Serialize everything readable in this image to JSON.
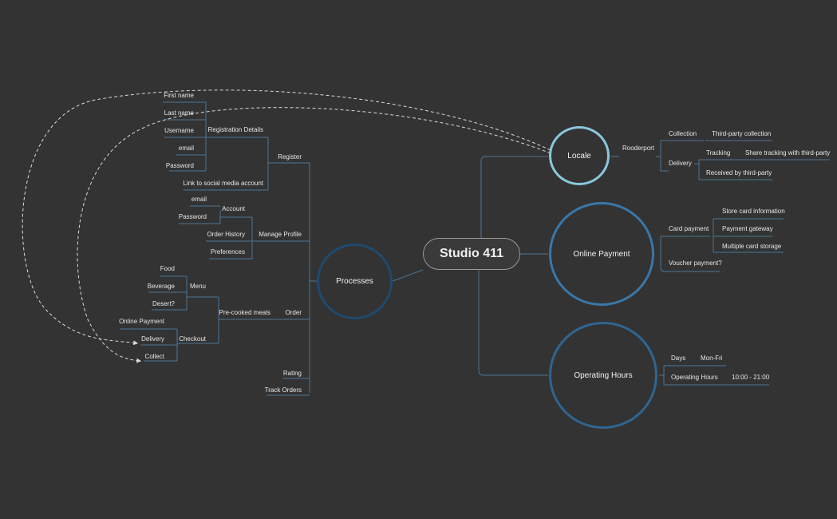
{
  "central": "Studio 411",
  "processes": {
    "label": "Processes",
    "register": {
      "label": "Register",
      "registration_details": "Registration Details",
      "fields": [
        "First name",
        "Last name",
        "Username",
        "email",
        "Password"
      ],
      "social": "Link to social media account"
    },
    "manage_profile": {
      "label": "Manage Profile",
      "account": "Account",
      "account_fields": [
        "email",
        "Password"
      ],
      "order_history": "Order History",
      "preferences": "Preferences"
    },
    "order": {
      "label": "Order",
      "precooked": "Pre-cooked meals",
      "menu": "Menu",
      "menu_items": [
        "Food",
        "Beverage",
        "Desert?"
      ],
      "checkout": "Checkout",
      "checkout_items": [
        "Online Payment",
        "Delivery",
        "Collect"
      ]
    },
    "rating": "Rating",
    "track_orders": "Track Orders"
  },
  "locale": {
    "label": "Locale",
    "city": "Rooderport",
    "collection": "Collection",
    "third_party_collection": "Third-party collection",
    "delivery": "Delivery",
    "tracking": "Tracking",
    "share_tracking": "Share tracking with third-party",
    "received": "Received by third-party"
  },
  "online_payment": {
    "label": "Online Payment",
    "card_payment": "Card payment",
    "card_items": [
      "Store card information",
      "Payment gateway",
      "Multiple card storage"
    ],
    "voucher": "Voucher payment?"
  },
  "operating_hours": {
    "label": "Operating Hours",
    "days": "Days",
    "days_value": "Mon-Fri",
    "hours": "Operating Hours",
    "hours_value": "10:00 - 21:00"
  },
  "colors": {
    "background": "#333333",
    "locale_ring": "#8ac8dc",
    "topic_ring": "#3a77a8",
    "processes_ring": "#1f4a6e",
    "connector": "#4d7694",
    "dashed_link": "#d9d9d9",
    "text": "#e6e6e6"
  }
}
